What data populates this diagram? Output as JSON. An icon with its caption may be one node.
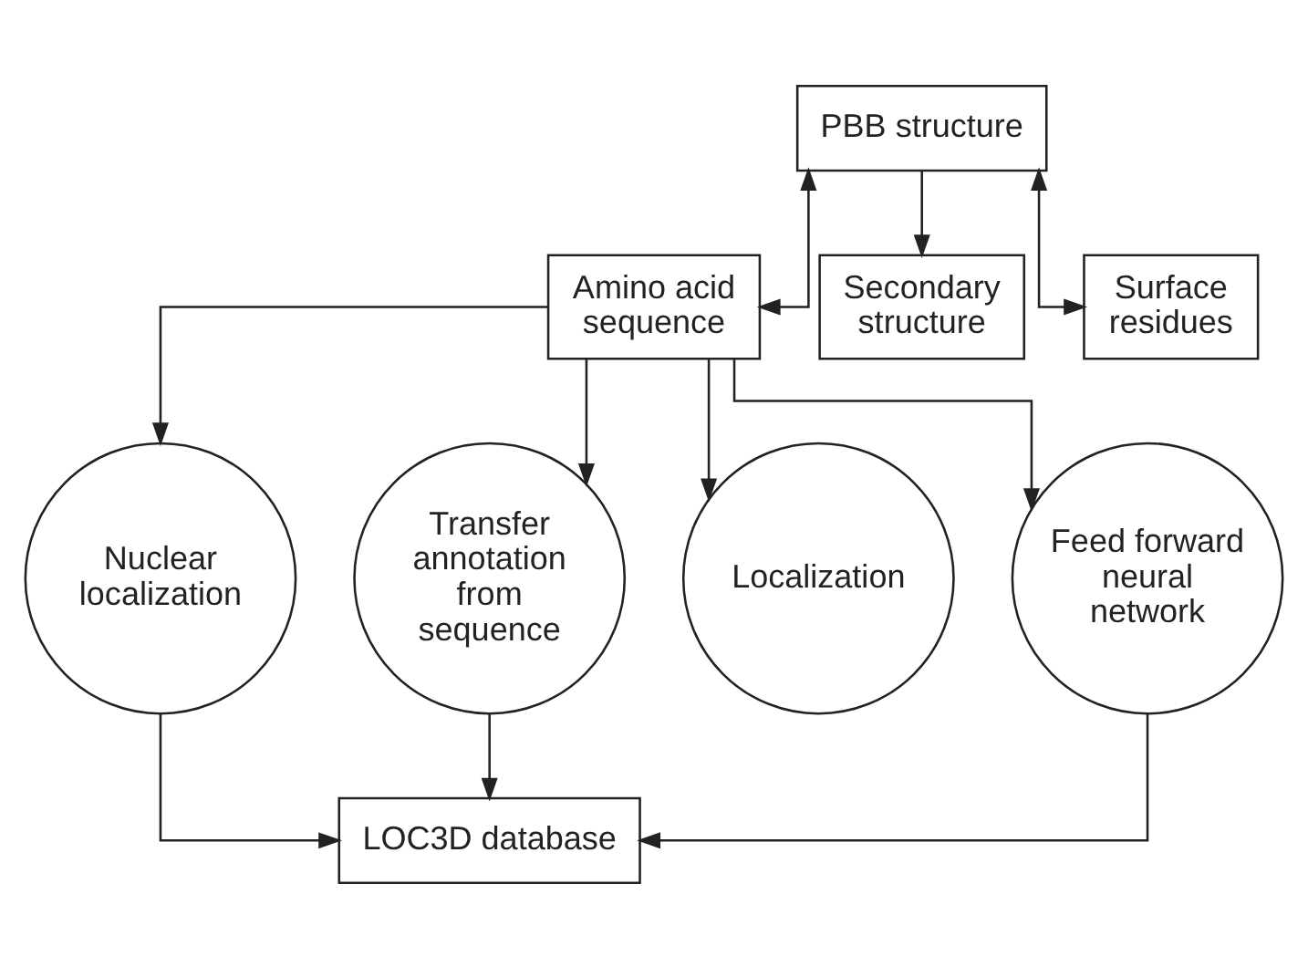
{
  "diagram": {
    "nodes": [
      {
        "text": [
          "PBB structure"
        ]
      },
      {
        "text": [
          "Amino acid sequence"
        ]
      },
      {
        "text": [
          "Secondary structure"
        ]
      },
      {
        "text": [
          "Surface residues"
        ]
      },
      {
        "text": [
          "Nuclear localization"
        ]
      },
      {
        "text": [
          "Transfer annotation from sequence"
        ]
      },
      {
        "text": [
          "Localization"
        ]
      },
      {
        "text": [
          "Feed forward neural network"
        ]
      },
      {
        "text": [
          "LOC3D database"
        ]
      }
    ],
    "edges": [
      {
        "from": 0,
        "to": 1,
        "arrow": "both"
      },
      {
        "from": 0,
        "to": 2,
        "arrow": "to"
      },
      {
        "from": 0,
        "to": 3,
        "arrow": "both"
      },
      {
        "from": 1,
        "to": 4,
        "arrow": "to"
      },
      {
        "from": 1,
        "to": 5,
        "arrow": "to"
      },
      {
        "from": 1,
        "to": 6,
        "arrow": "to"
      },
      {
        "from": 1,
        "to": 7,
        "arrow": "to"
      },
      {
        "from": 4,
        "to": 8,
        "arrow": "to"
      },
      {
        "from": 5,
        "to": 8,
        "arrow": "to"
      },
      {
        "from": 7,
        "to": 8,
        "arrow": "to"
      }
    ]
  }
}
